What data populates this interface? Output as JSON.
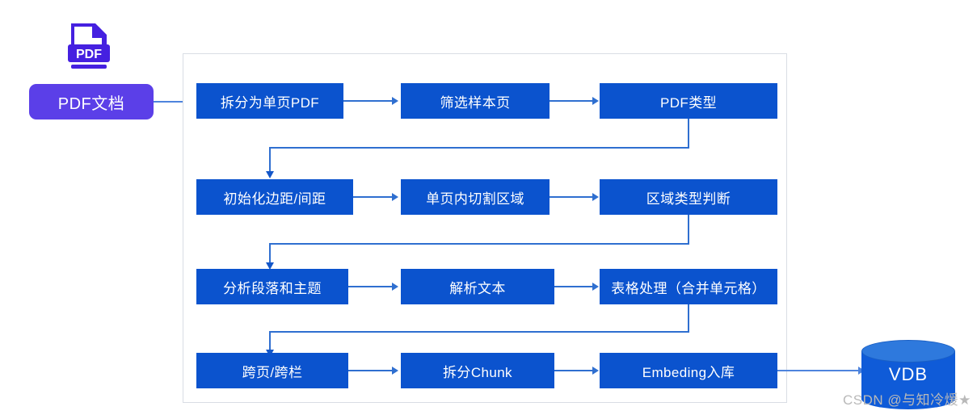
{
  "diagram": {
    "title": "PDF document parsing and vectorization pipeline",
    "colors": {
      "node_blue": "#0B53CE",
      "source_purple": "#5B3FE8",
      "icon_violet": "#4520E0",
      "connector_blue": "#2f6fd0",
      "connector_light_blue": "#4e84dd",
      "frame_border": "#d9dde4",
      "vdb_body": "#0F5BD8",
      "vdb_top": "#2E79DD"
    },
    "source": {
      "icon_label": "PDF",
      "label": "PDF文档"
    },
    "rows": [
      {
        "nodes": [
          {
            "label": "拆分为单页PDF"
          },
          {
            "label": "筛选样本页"
          },
          {
            "label": "PDF类型"
          }
        ]
      },
      {
        "nodes": [
          {
            "label": "初始化边距/间距"
          },
          {
            "label": "单页内切割区域"
          },
          {
            "label": "区域类型判断"
          }
        ]
      },
      {
        "nodes": [
          {
            "label": "分析段落和主题"
          },
          {
            "label": "解析文本"
          },
          {
            "label": "表格处理（合并单元格）"
          }
        ]
      },
      {
        "nodes": [
          {
            "label": "跨页/跨栏"
          },
          {
            "label": "拆分Chunk"
          },
          {
            "label": "Embeding入库"
          }
        ]
      }
    ],
    "sink": {
      "label": "VDB"
    },
    "watermark": "CSDN @与知冷煖★"
  }
}
